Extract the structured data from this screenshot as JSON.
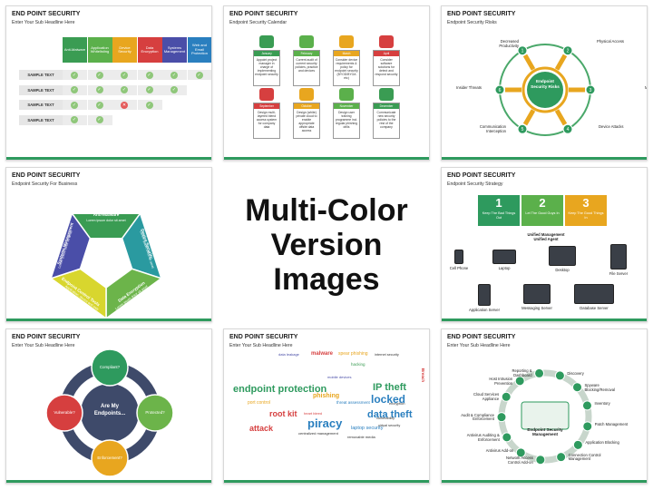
{
  "center": {
    "line1": "Multi-Color",
    "line2": "Version Images"
  },
  "slides": [
    {
      "title": "END POINT SECURITY",
      "subtitle": "Enter Your Sub Headline Here",
      "headers": [
        "Anti-Malware",
        "Application Whitelisting",
        "Device Security",
        "Data Encryption",
        "Systems Management",
        "Web and Email Protection"
      ],
      "header_colors": [
        "#3a9c53",
        "#5bb04b",
        "#e8a61f",
        "#d63f3f",
        "#4a4ea8",
        "#2a7fbf"
      ],
      "rows": [
        {
          "label": "SAMPLE TEXT",
          "marks": [
            "ok",
            "ok",
            "ok",
            "ok",
            "ok",
            "ok"
          ]
        },
        {
          "label": "SAMPLE TEXT",
          "marks": [
            "ok",
            "ok",
            "ok",
            "ok",
            "ok",
            ""
          ]
        },
        {
          "label": "SAMPLE TEXT",
          "marks": [
            "ok",
            "ok",
            "no",
            "ok",
            "",
            ""
          ]
        },
        {
          "label": "SAMPLE TEXT",
          "marks": [
            "ok",
            "ok",
            "",
            "",
            "",
            ""
          ]
        }
      ]
    },
    {
      "title": "END POINT SECURITY",
      "subtitle": "Endpoint Security Calendar",
      "cards": [
        {
          "month": "January",
          "color": "#3a9c53",
          "text": "Appoint project manager in charge of implementing endpoint security"
        },
        {
          "month": "February",
          "color": "#5bb04b",
          "text": "Current audit of current security policies, practice and devices"
        },
        {
          "month": "March",
          "color": "#e8a61f",
          "text": "Consider device requirements & policy for endpoint security (BYOD/BYOA etc)"
        },
        {
          "month": "April",
          "color": "#d63f3f",
          "text": "Consider software solutions for detect and respond security"
        },
        {
          "month": "September",
          "color": "#d63f3f",
          "text": "Design multi-layered blend access system for company data"
        },
        {
          "month": "October",
          "color": "#e8a61f",
          "text": "Design (white) private cloud to enable appropriate offsite data access"
        },
        {
          "month": "November",
          "color": "#5bb04b",
          "text": "Design user training programme incl. regular phishing drills"
        },
        {
          "month": "December",
          "color": "#3a9c53",
          "text": "Communicate new security policies to the rest of the company"
        }
      ]
    },
    {
      "title": "END POINT SECURITY",
      "subtitle": "Endpoint Security Risks",
      "hub": "Endpoint Security Risks",
      "risks": [
        "Decreased Productivity",
        "Physical Access",
        "Malicious Code",
        "Device Attacks",
        "Communication Interception",
        "Insider Threats"
      ],
      "numbers": [
        "1",
        "2",
        "3",
        "4",
        "5",
        "6"
      ]
    },
    {
      "title": "END POINT SECURITY",
      "subtitle": "Endpoint Security For Business",
      "segments": [
        {
          "title": "Anti-Malware",
          "text": "Lorem ipsum dolor sit amet"
        },
        {
          "title": "Device Security",
          "text": "Lorem ipsum dolor sit amet"
        },
        {
          "title": "Data Encryption",
          "text": "Lorem ipsum dolor sit amet"
        },
        {
          "title": "Endpoint Control Tools",
          "text": "Application, device and web control"
        },
        {
          "title": "Systems Management",
          "text": "Lorem ipsum dolor sit amet"
        }
      ],
      "colors": [
        "#3a9c53",
        "#2a9aa0",
        "#6cb44a",
        "#d8d62e",
        "#4a4ea8"
      ]
    },
    {
      "title": "END POINT SECURITY",
      "subtitle": "Endpoint Security Strategy",
      "steps": [
        {
          "num": "1",
          "text": "Keep The Bad Things Out",
          "color": "#2e9a5e"
        },
        {
          "num": "2",
          "text": "Let The Good Guys In",
          "color": "#5bb04b"
        },
        {
          "num": "3",
          "text": "Keep The Good Things In",
          "color": "#e8a61f"
        }
      ],
      "agent": "Unified Management Unified Agent",
      "devices": [
        "Cell Phone",
        "Laptop",
        "Desktop",
        "File Server",
        "Application Server",
        "Messaging Server",
        "Database Server"
      ]
    },
    {
      "title": "END POINT SECURITY",
      "subtitle": "Enter Your Sub Headline Here",
      "hub": "Are My Endpoints...",
      "nodes": [
        "Compliant?",
        "Protected?",
        "Enforcement?",
        "Vulnerable?"
      ],
      "node_colors": [
        "#2e9a5e",
        "#6cb44a",
        "#e8a61f",
        "#d63f3f"
      ]
    },
    {
      "title": "END POINT SECURITY",
      "subtitle": "Enter Your Sub Headline Here",
      "words": [
        {
          "t": "endpoint protection",
          "c": "#2e9a5e"
        },
        {
          "t": "IP theft",
          "c": "#2e9a5e"
        },
        {
          "t": "locked",
          "c": "#2a7fbf"
        },
        {
          "t": "piracy",
          "c": "#2a7fbf"
        },
        {
          "t": "data theft",
          "c": "#2a7fbf"
        },
        {
          "t": "root kit",
          "c": "#d63f3f"
        },
        {
          "t": "attack",
          "c": "#d63f3f"
        },
        {
          "t": "malware",
          "c": "#d63f3f"
        },
        {
          "t": "spear phishing",
          "c": "#e8a61f"
        },
        {
          "t": "data leakage",
          "c": "#4a4ea8"
        },
        {
          "t": "hacking",
          "c": "#3a9c53"
        },
        {
          "t": "mobile devices",
          "c": "#4a4ea8"
        },
        {
          "t": "phishing",
          "c": "#e8a61f"
        },
        {
          "t": "threat assessment",
          "c": "#2a7fbf"
        },
        {
          "t": "port control",
          "c": "#e8a61f"
        },
        {
          "t": "heart bleed",
          "c": "#d63f3f"
        },
        {
          "t": "laptop security",
          "c": "#2a7fbf"
        },
        {
          "t": "centralized management",
          "c": "#333333"
        },
        {
          "t": "removable media",
          "c": "#333333"
        },
        {
          "t": "internet security",
          "c": "#333333"
        },
        {
          "t": "virtual security",
          "c": "#333333"
        },
        {
          "t": "encryption",
          "c": "#333333"
        },
        {
          "t": "Breach",
          "c": "#d63f3f"
        },
        {
          "t": "vulnerability",
          "c": "#333333"
        }
      ]
    },
    {
      "title": "END POINT SECURITY",
      "subtitle": "Enter Your Sub Headline Here",
      "hub": "Endpoint Security Management",
      "items": [
        "Discovery",
        "Spyware Blocking/Removal",
        "Inventory",
        "Patch Management",
        "Application Blocking",
        "Connection Control Management",
        "Network Access Control Add-on",
        "Antivirus Add-on",
        "Antivirus Auditing & Enforcement",
        "Audit & Compliance Enforcement",
        "Cloud Services Appliance",
        "Host Intrusion Prevention",
        "Reporting & Dashboard"
      ]
    }
  ]
}
